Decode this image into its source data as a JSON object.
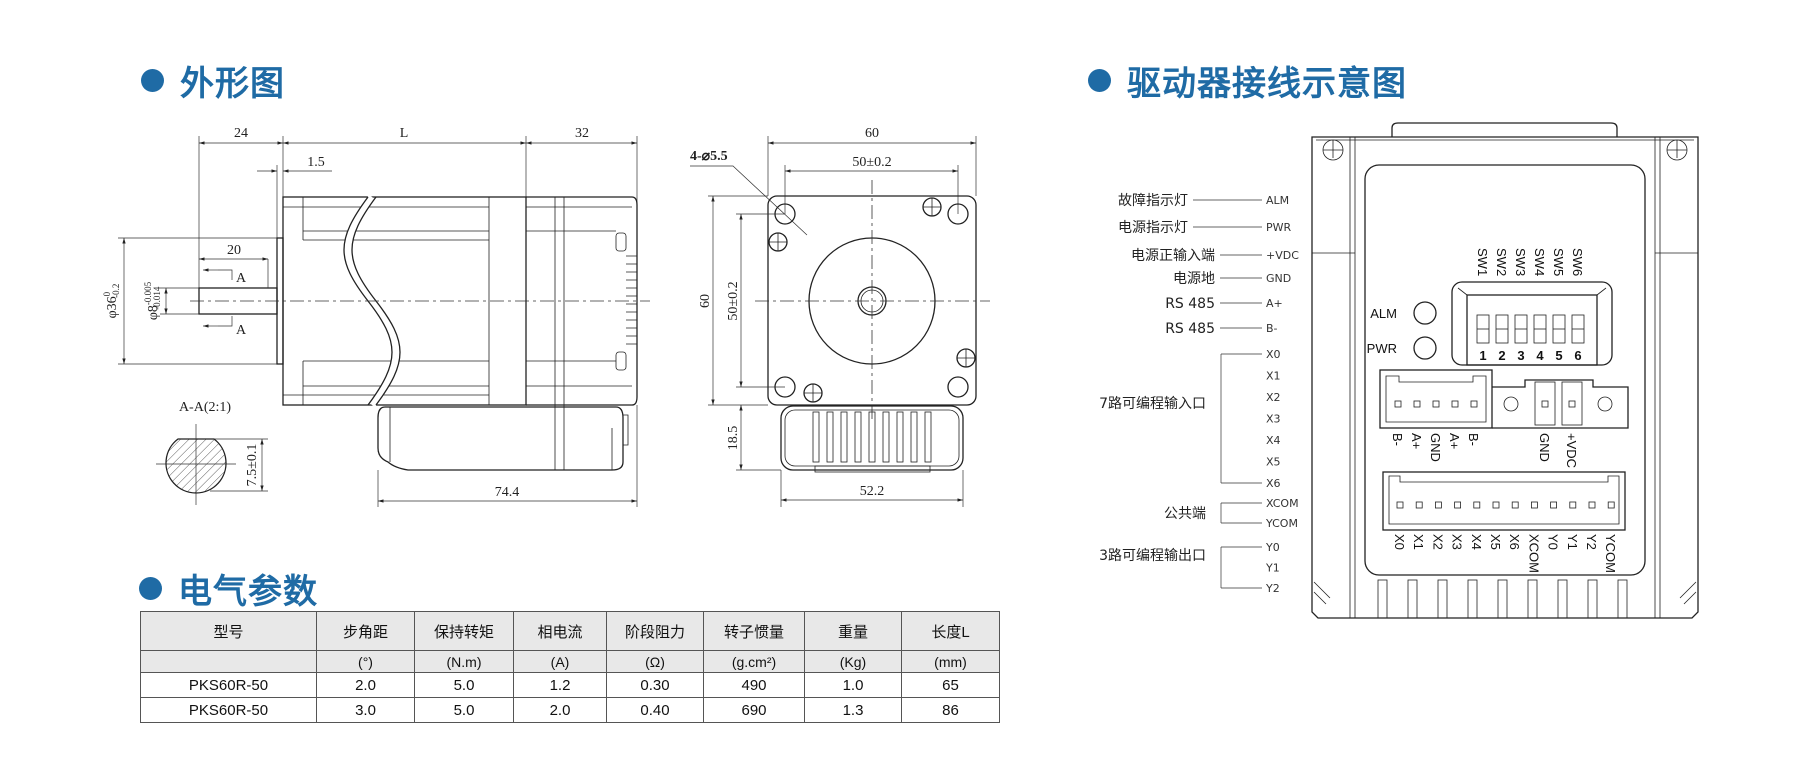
{
  "sections": {
    "outline_title": "外形图",
    "wiring_title": "驱动器接线示意图",
    "params_title": "电气参数"
  },
  "colors": {
    "accent": "#1f6ba5"
  },
  "outline": {
    "dim_24": "24",
    "dim_L": "L",
    "dim_32": "32",
    "dim_1_5": "1.5",
    "dim_20": "20",
    "section_mark": "A",
    "phi36": "φ36",
    "phi36_upper": "0",
    "phi36_lower": "-0.2",
    "phi8": "φ8",
    "phi8_upper": "-0.005",
    "phi8_lower": "-0.014",
    "section_label": "A-A(2:1)",
    "dim_7_5": "7.5±0.1",
    "dim_74_4": "74.4",
    "dim_60_w": "60",
    "dim_50_w": "50±0.2",
    "holes": "4-⌀5.5",
    "dim_60_h": "60",
    "dim_50_h": "50±0.2",
    "dim_18_5": "18.5",
    "dim_52_2": "52.2"
  },
  "wiring": {
    "single": [
      {
        "desc": "故障指示灯",
        "signal": "ALM"
      },
      {
        "desc": "电源指示灯",
        "signal": "PWR"
      },
      {
        "desc": "电源正输入端",
        "signal": "+VDC"
      },
      {
        "desc": "电源地",
        "signal": "GND"
      },
      {
        "desc": "RS 485",
        "signal": "A+"
      },
      {
        "desc": "RS 485",
        "signal": "B-"
      }
    ],
    "inputs_label": "7路可编程输入口",
    "inputs": [
      "X0",
      "X1",
      "X2",
      "X3",
      "X4",
      "X5",
      "X6"
    ],
    "common_label": "公共端",
    "commons": [
      "XCOM",
      "YCOM"
    ],
    "outputs_label": "3路可编程输出口",
    "outputs": [
      "Y0",
      "Y1",
      "Y2"
    ],
    "driver": {
      "alm": "ALM",
      "pwr": "PWR",
      "switch_names": [
        "SW1",
        "SW2",
        "SW3",
        "SW4",
        "SW5",
        "SW6"
      ],
      "switch_numbers": [
        "1",
        "2",
        "3",
        "4",
        "5",
        "6"
      ],
      "rs485_pins": [
        "B-",
        "A+",
        "GND",
        "A+",
        "B-"
      ],
      "power_pins": [
        "GND",
        "+VDC"
      ],
      "io_pins": [
        "X0",
        "X1",
        "X2",
        "X3",
        "X4",
        "X5",
        "X6",
        "XCOM",
        "Y0",
        "Y1",
        "Y2",
        "YCOM"
      ]
    }
  },
  "table": {
    "headers": [
      "型号",
      "步角距",
      "保持转矩",
      "相电流",
      "阶段阻力",
      "转子惯量",
      "重量",
      "长度L"
    ],
    "units": [
      "",
      "(°)",
      "(N.m)",
      "(A)",
      "(Ω)",
      "(g.cm²)",
      "(Kg)",
      "(mm)"
    ],
    "rows": [
      [
        "PKS60R-50",
        "2.0",
        "5.0",
        "1.2",
        "0.30",
        "490",
        "1.0",
        "65"
      ],
      [
        "PKS60R-50",
        "3.0",
        "5.0",
        "2.0",
        "0.40",
        "690",
        "1.3",
        "86"
      ]
    ]
  }
}
